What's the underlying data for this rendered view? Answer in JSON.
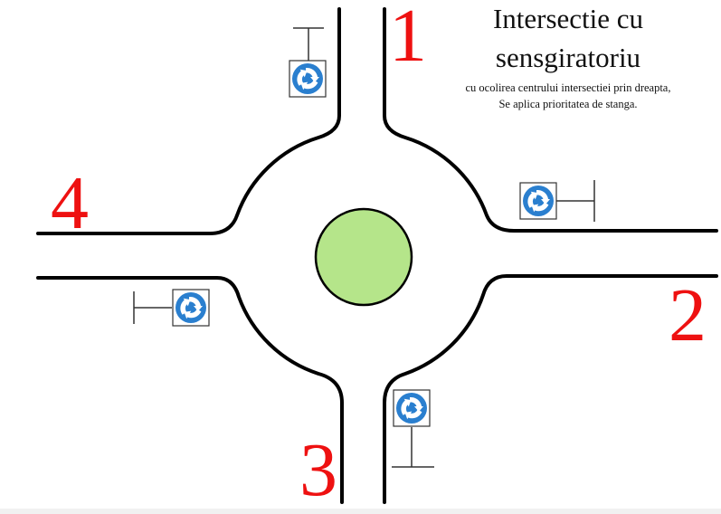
{
  "title": {
    "line1": "Intersectie cu",
    "line2": "sensgiratoriu"
  },
  "subtitle": {
    "line1": "cu ocolirea centrului intersectiei prin dreapta,",
    "line2": "Se aplica prioritatea de stanga."
  },
  "roads": [
    "1",
    "2",
    "3",
    "4"
  ],
  "colors": {
    "road_edge": "#000000",
    "island_fill": "#b5e58a",
    "island_stroke": "#000000",
    "number": "#ee1111",
    "sign_blue": "#2a7fcf",
    "sign_arrows": "#ffffff"
  },
  "signs": [
    {
      "name": "sign-road-1",
      "icon": "roundabout-sign-icon"
    },
    {
      "name": "sign-road-2",
      "icon": "roundabout-sign-icon"
    },
    {
      "name": "sign-road-3",
      "icon": "roundabout-sign-icon"
    },
    {
      "name": "sign-road-4",
      "icon": "roundabout-sign-icon"
    }
  ]
}
